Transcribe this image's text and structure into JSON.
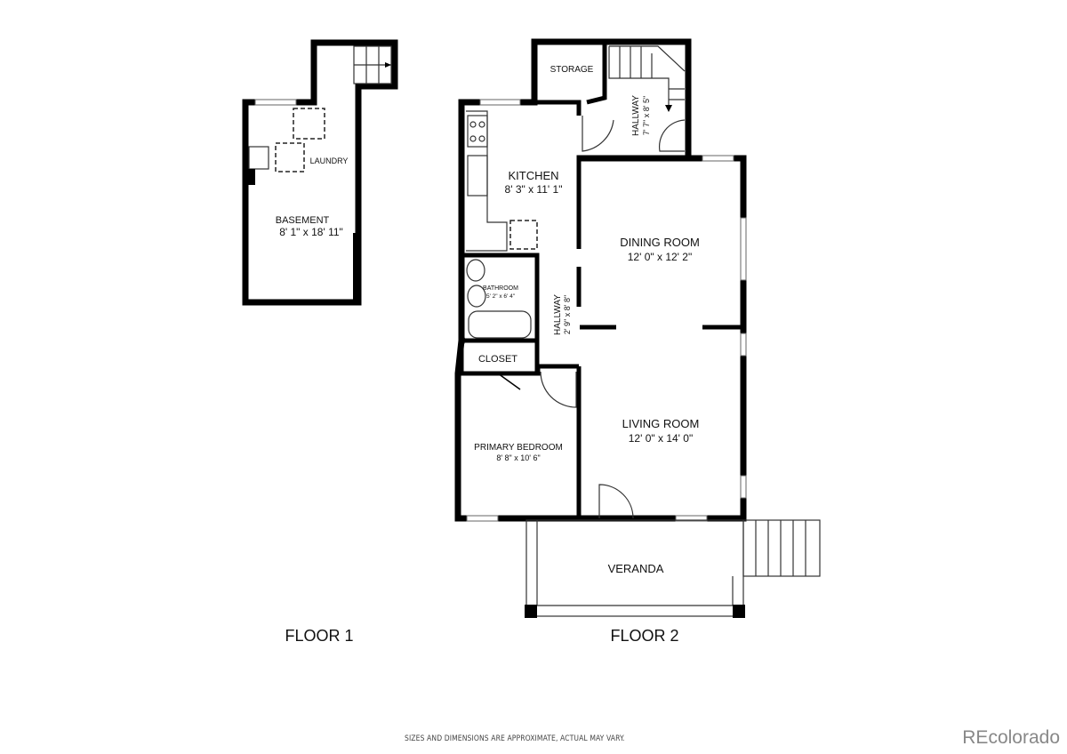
{
  "floors": [
    {
      "label": "FLOOR 1",
      "rooms": [
        {
          "name": "LAUNDRY",
          "dims": ""
        },
        {
          "name": "BASEMENT",
          "dims": "8' 1\" x 18' 11\""
        }
      ]
    },
    {
      "label": "FLOOR 2",
      "rooms": [
        {
          "name": "STORAGE",
          "dims": ""
        },
        {
          "name": "HALLWAY",
          "dims": "7' 7\" x 8' 5\""
        },
        {
          "name": "KITCHEN",
          "dims": "8' 3\" x 11' 1\""
        },
        {
          "name": "DINING ROOM",
          "dims": "12' 0\" x 12' 2\""
        },
        {
          "name": "BATHROOM",
          "dims": "5' 2\" x 6' 4\""
        },
        {
          "name": "HALLWAY",
          "dims": "2' 9\" x 8' 8\""
        },
        {
          "name": "CLOSET",
          "dims": ""
        },
        {
          "name": "LIVING ROOM",
          "dims": "12' 0\" x 14' 0\""
        },
        {
          "name": "PRIMARY BEDROOM",
          "dims": "8' 8\" x 10' 6\""
        },
        {
          "name": "VERANDA",
          "dims": ""
        }
      ]
    }
  ],
  "disclaimer": "SIZES AND DIMENSIONS ARE APPROXIMATE, ACTUAL MAY VARY.",
  "brand": "REcolorado",
  "colors": {
    "wall": "#000000",
    "brand": "#888888"
  }
}
